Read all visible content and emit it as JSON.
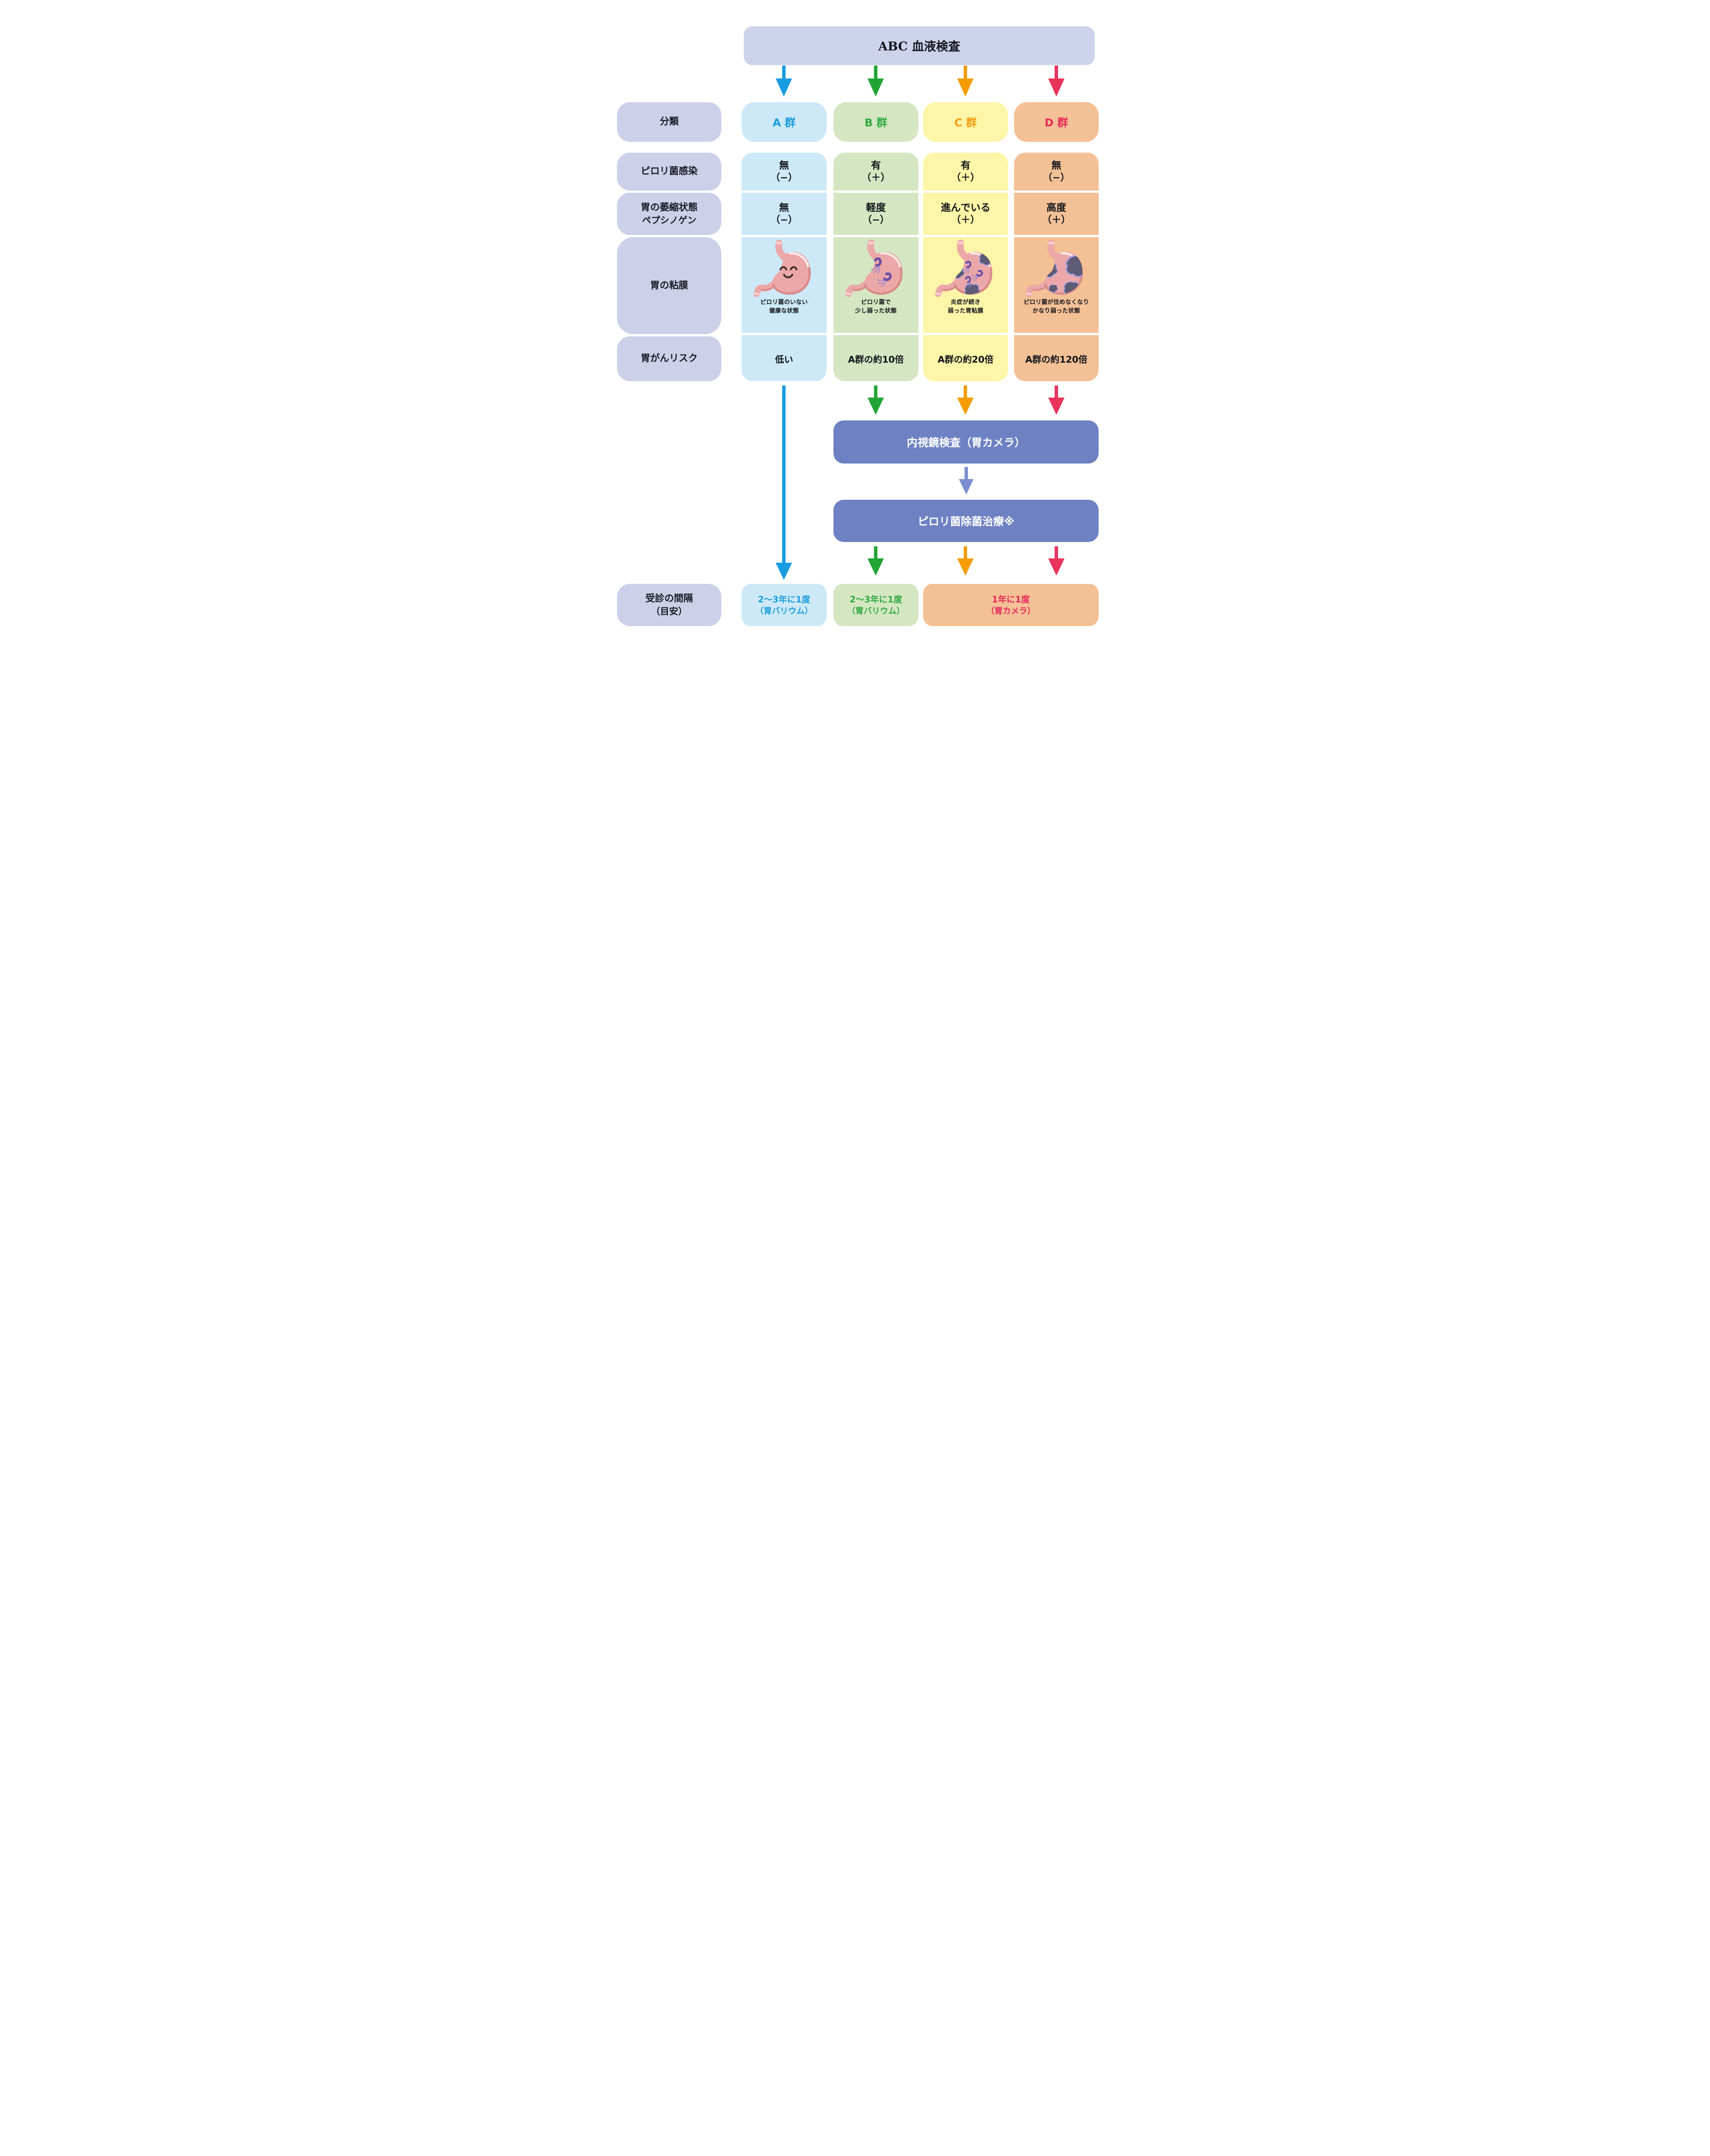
{
  "banner": {
    "title": "ABC 血液検査"
  },
  "row_labels": {
    "classification": "分類",
    "pylori": "ピロリ菌感染",
    "atrophy": [
      "胃の萎縮状態",
      "ペプシノゲン"
    ],
    "mucosa": "胃の粘膜",
    "risk": "胃がんリスク",
    "interval": [
      "受診の間隔",
      "（目安）"
    ]
  },
  "columns": [
    {
      "id": "A",
      "header": "A 群",
      "pylori": [
        "無",
        "（−）"
      ],
      "atrophy": [
        "無",
        "（−）"
      ],
      "mucosa_caption": [
        "ピロリ菌のいない",
        "健康な状態"
      ],
      "stomach_icon": "stomach-healthy-icon",
      "risk": "低い"
    },
    {
      "id": "B",
      "header": "B 群",
      "pylori": [
        "有",
        "（＋）"
      ],
      "atrophy": [
        "軽度",
        "（−）"
      ],
      "mucosa_caption": [
        "ピロリ菌で",
        "少し弱った状態"
      ],
      "stomach_icon": "stomach-pylori-icon",
      "risk": "A群の約10倍"
    },
    {
      "id": "C",
      "header": "C 群",
      "pylori": [
        "有",
        "（＋）"
      ],
      "atrophy": [
        "進んでいる",
        "（＋）"
      ],
      "mucosa_caption": [
        "炎症が続き",
        "弱った胃粘膜"
      ],
      "stomach_icon": "stomach-inflamed-icon",
      "risk": "A群の約20倍"
    },
    {
      "id": "D",
      "header": "D 群",
      "pylori": [
        "無",
        "（−）"
      ],
      "atrophy": [
        "高度",
        "（＋）"
      ],
      "mucosa_caption": [
        "ピロリ菌が住めなくなり",
        "かなり弱った状態"
      ],
      "stomach_icon": "stomach-severe-icon",
      "risk": "A群の約120倍"
    }
  ],
  "flow": {
    "endoscopy": "内視鏡検査（胃カメラ）",
    "eradication": "ピロリ菌除菌治療※"
  },
  "bottom": {
    "interval_a": [
      "2〜3年に1度",
      "（胃バリウム）"
    ],
    "interval_b": [
      "2〜3年に1度",
      "（胃バリウム）"
    ],
    "interval_cd": [
      "1年に1度",
      "（胃カメラ）"
    ]
  },
  "colors": {
    "banner_bg": "#ced3ec",
    "label_bg": "#ccd1e9",
    "col_a_bg": "#cde9f8",
    "col_a_accent": "#1b9ddb",
    "col_b_bg": "#d4e7c2",
    "col_b_accent": "#2faa3f",
    "col_c_bg": "#fdf5a7",
    "col_c_accent": "#f09d0e",
    "col_d_bg": "#f4c095",
    "col_d_accent": "#e7295b",
    "flow_box_bg": "#6e81c3",
    "flow_arrow": "#7b8fd0",
    "arrow_blue": "#189ce0",
    "arrow_green": "#23a437",
    "arrow_orange": "#f59c00",
    "arrow_red": "#e8345c",
    "stomach_pink": "#eca8a8",
    "stomach_shade": "#d98a8a",
    "bacteria_purple": "#6b50a6",
    "patch_dark": "#5d5b76",
    "patch_outline": "#a9a2de"
  }
}
